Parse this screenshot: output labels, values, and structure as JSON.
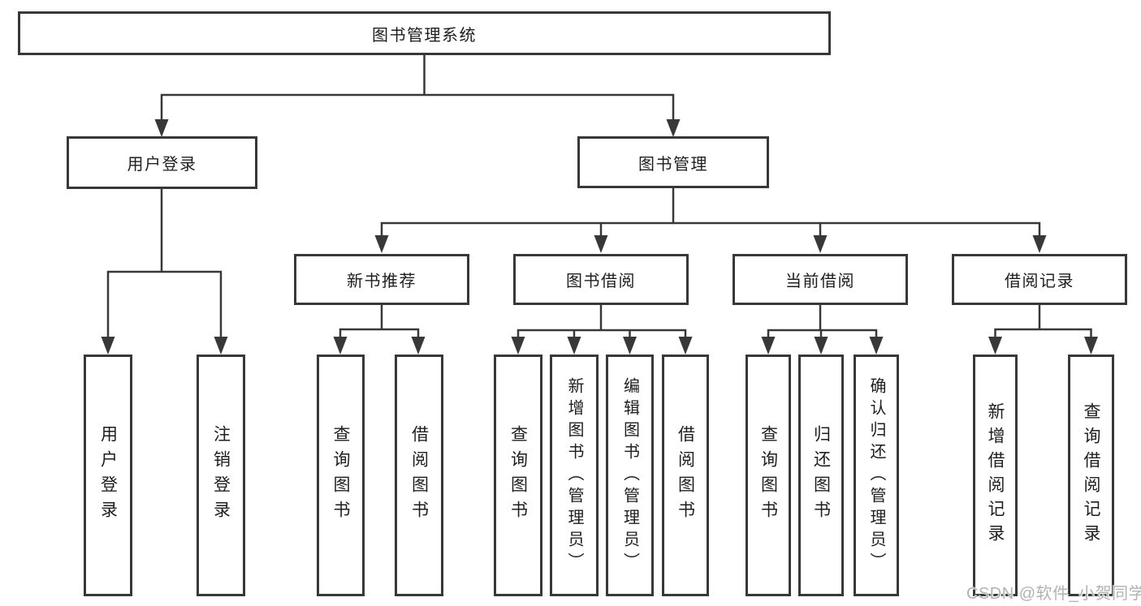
{
  "tree": {
    "root": {
      "label": "图书管理系统",
      "children": [
        {
          "label": "用户登录",
          "children": [
            {
              "label": "用户登录"
            },
            {
              "label": "注销登录"
            }
          ]
        },
        {
          "label": "图书管理",
          "children": [
            {
              "label": "新书推荐",
              "children": [
                {
                  "label": "查询图书"
                },
                {
                  "label": "借阅图书"
                }
              ]
            },
            {
              "label": "图书借阅",
              "children": [
                {
                  "label": "查询图书"
                },
                {
                  "label": "新增图书（管理员）"
                },
                {
                  "label": "编辑图书（管理员）"
                },
                {
                  "label": "借阅图书"
                }
              ]
            },
            {
              "label": "当前借阅",
              "children": [
                {
                  "label": "查询图书"
                },
                {
                  "label": "归还图书"
                },
                {
                  "label": "确认归还（管理员）"
                }
              ]
            },
            {
              "label": "借阅记录",
              "children": [
                {
                  "label": "新增借阅记录"
                },
                {
                  "label": "查询借阅记录"
                }
              ]
            }
          ]
        }
      ]
    }
  },
  "watermark": {
    "text": "CSDN @软件_小贺同学"
  },
  "colors": {
    "line": "#383838",
    "box_border": "#383838",
    "text": "#1e1e1e",
    "watermark": "#b2b2b2",
    "background": "#ffffff"
  }
}
